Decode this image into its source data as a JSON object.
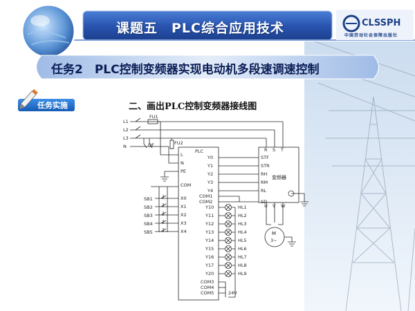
{
  "header": {
    "title": "课题五　PLC综合应用技术",
    "logo_name": "CLSSPH",
    "logo_subtitle": "中国劳动社会保障出版社"
  },
  "task": {
    "title": "任务2　PLC控制变频器实现电动机多段速调速控制"
  },
  "sidebar": {
    "badge": "任务实施"
  },
  "section": {
    "heading": "二、画出PLC控制变频器接线图"
  },
  "diagram": {
    "lines": [
      "L1",
      "L2",
      "L3",
      "N"
    ],
    "fuse1": "FU1",
    "fuse2": "FU2",
    "qf": "QF",
    "plc_label": "PLC",
    "plc_left": [
      "L",
      "N",
      "PE",
      "COM",
      "X0",
      "X1",
      "X2",
      "X3",
      "X4"
    ],
    "switches": [
      "SB1",
      "SB2",
      "SB3",
      "SB4",
      "SB5"
    ],
    "plc_outputs_top": [
      "Y0",
      "Y1",
      "Y2",
      "Y3",
      "Y4",
      "COM1",
      "COM2"
    ],
    "plc_outputs_lamp": [
      "Y10",
      "Y11",
      "Y12",
      "Y13",
      "Y14",
      "Y15",
      "Y16",
      "Y17",
      "Y20"
    ],
    "plc_outputs_bottom": [
      "COM3",
      "COM4",
      "COM5"
    ],
    "lamps": [
      "HL1",
      "HL2",
      "HL3",
      "HL4",
      "HL5",
      "HL6",
      "HL7",
      "HL8",
      "HL9"
    ],
    "inverter_top": [
      "R",
      "S",
      "T"
    ],
    "inverter_left": [
      "STF",
      "STR",
      "RH",
      "RM",
      "RL",
      "SD"
    ],
    "inverter_bottom": [
      "U",
      "V",
      "W"
    ],
    "inverter_label": "变频器",
    "motor": [
      "M",
      "3~"
    ],
    "supply": "24V"
  },
  "colors": {
    "banner": "#2a55b0",
    "task_bar": "#c9d9f2",
    "badge": "#1f6fd0",
    "wire": "#222222"
  }
}
